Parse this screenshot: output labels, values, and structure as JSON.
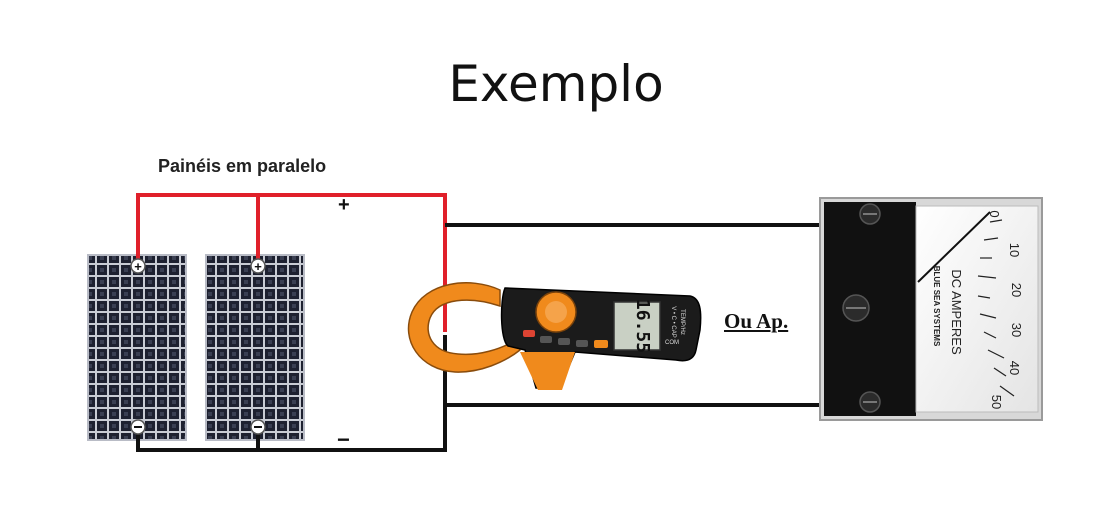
{
  "title": "Exemplo",
  "subtitle": "Painéis em paralelo",
  "polarity": {
    "positive": "+",
    "negative": "−"
  },
  "alternative_label": "Ou Ap.",
  "clamp_meter": {
    "display_value": "16.55",
    "side_text": "V • C • CAP",
    "side_text2": "TEMP/Hz",
    "com_label": "COM",
    "brand_accent": "#f08a1c"
  },
  "ammeter": {
    "scale_ticks": [
      "0",
      "10",
      "20",
      "30",
      "40",
      "50"
    ],
    "units_label": "DC AMPERES",
    "brand_label": "BLUE SEA SYSTEMS"
  },
  "colors": {
    "positive_wire": "#e0202a",
    "negative_wire": "#111111",
    "panel_cell": "#1e2130",
    "meter_orange": "#f08a1c"
  }
}
